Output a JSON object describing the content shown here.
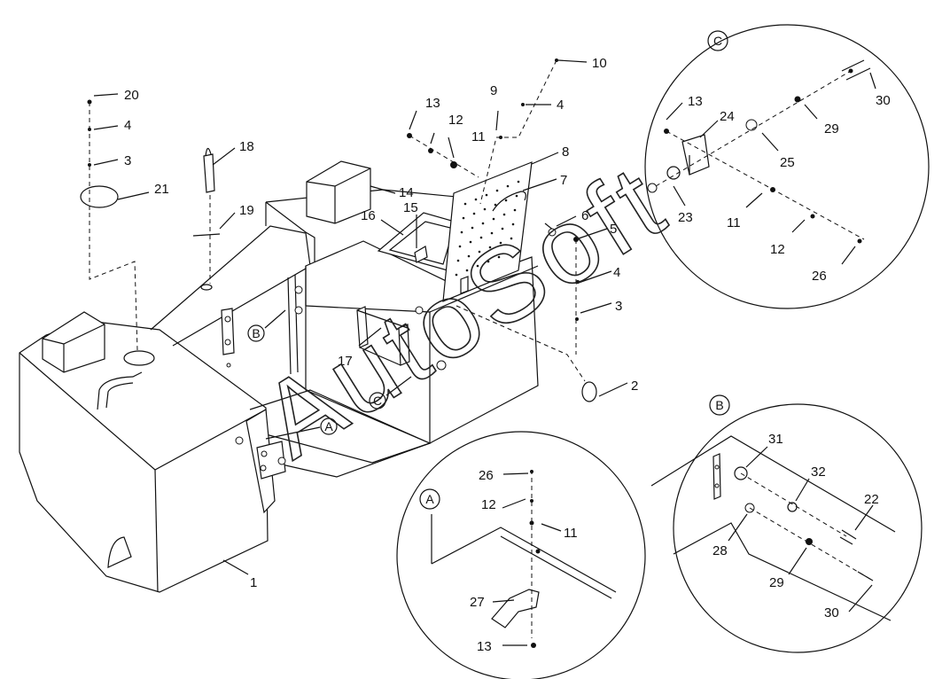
{
  "watermark": "AutoSoft",
  "callouts": {
    "a": "A",
    "b": "B",
    "c": "C"
  },
  "parts": [
    {
      "id": "p1",
      "label": "1"
    },
    {
      "id": "p2",
      "label": "2"
    },
    {
      "id": "p3",
      "label": "3"
    },
    {
      "id": "p3b",
      "label": "3"
    },
    {
      "id": "p4",
      "label": "4"
    },
    {
      "id": "p4b",
      "label": "4"
    },
    {
      "id": "p4c",
      "label": "4"
    },
    {
      "id": "p5",
      "label": "5"
    },
    {
      "id": "p6",
      "label": "6"
    },
    {
      "id": "p7",
      "label": "7"
    },
    {
      "id": "p8",
      "label": "8"
    },
    {
      "id": "p9",
      "label": "9"
    },
    {
      "id": "p10",
      "label": "10"
    },
    {
      "id": "p11",
      "label": "11"
    },
    {
      "id": "p11b",
      "label": "11"
    },
    {
      "id": "p11c",
      "label": "11"
    },
    {
      "id": "p12",
      "label": "12"
    },
    {
      "id": "p12b",
      "label": "12"
    },
    {
      "id": "p12c",
      "label": "12"
    },
    {
      "id": "p13",
      "label": "13"
    },
    {
      "id": "p13b",
      "label": "13"
    },
    {
      "id": "p13c",
      "label": "13"
    },
    {
      "id": "p14",
      "label": "14"
    },
    {
      "id": "p15",
      "label": "15"
    },
    {
      "id": "p16",
      "label": "16"
    },
    {
      "id": "p17",
      "label": "17"
    },
    {
      "id": "p18",
      "label": "18"
    },
    {
      "id": "p19",
      "label": "19"
    },
    {
      "id": "p20",
      "label": "20"
    },
    {
      "id": "p21",
      "label": "21"
    },
    {
      "id": "p22",
      "label": "22"
    },
    {
      "id": "p23",
      "label": "23"
    },
    {
      "id": "p24",
      "label": "24"
    },
    {
      "id": "p25",
      "label": "25"
    },
    {
      "id": "p26",
      "label": "26"
    },
    {
      "id": "p26b",
      "label": "26"
    },
    {
      "id": "p27",
      "label": "27"
    },
    {
      "id": "p28",
      "label": "28"
    },
    {
      "id": "p29",
      "label": "29"
    },
    {
      "id": "p29b",
      "label": "29"
    },
    {
      "id": "p30",
      "label": "30"
    },
    {
      "id": "p30b",
      "label": "30"
    },
    {
      "id": "p31",
      "label": "31"
    },
    {
      "id": "p32",
      "label": "32"
    }
  ]
}
